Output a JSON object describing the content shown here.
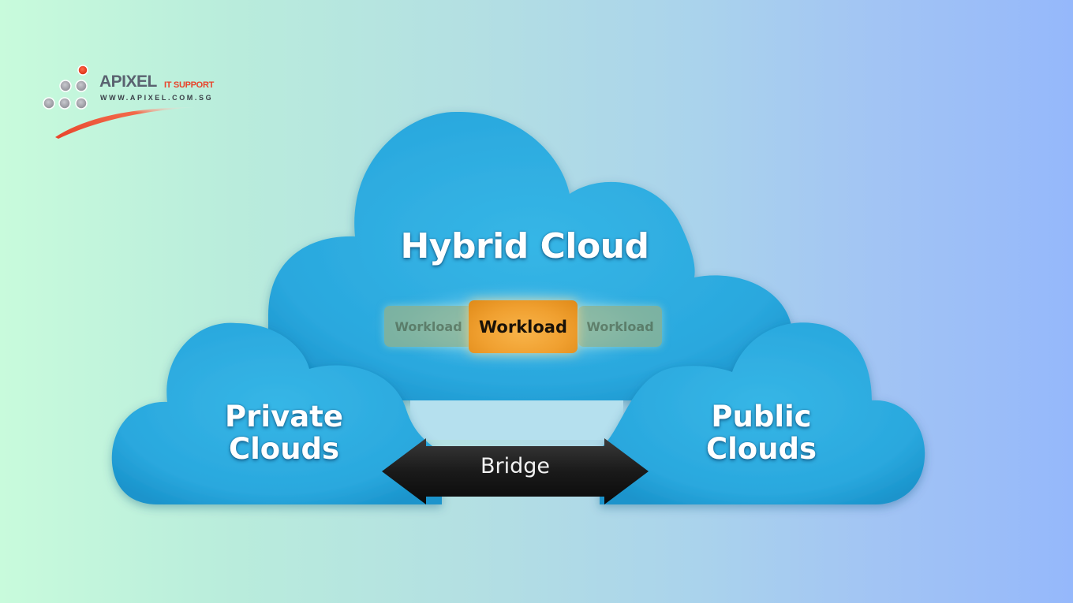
{
  "logo": {
    "name": "APIXEL",
    "tagline": "IT SUPPORT",
    "url": "WWW.APIXEL.COM.SG",
    "accent_color": "#e8432a",
    "dot_color": "#a8a8ae"
  },
  "diagram": {
    "hybrid_cloud": {
      "title": "Hybrid Cloud",
      "workloads": [
        {
          "label": "Workload",
          "state": "faded"
        },
        {
          "label": "Workload",
          "state": "active"
        },
        {
          "label": "Workload",
          "state": "faded"
        }
      ]
    },
    "private_cloud": {
      "line1": "Private",
      "line2": "Clouds"
    },
    "public_cloud": {
      "line1": "Public",
      "line2": "Clouds"
    },
    "bridge": {
      "label": "Bridge"
    },
    "colors": {
      "cloud": "#2eaee2",
      "cloud_shadow": "#1b8fc4",
      "workload_active": "#f0a030",
      "workload_faded": "#96b48c",
      "bridge": "#1c1c1c",
      "background_left": "#c8fbdc",
      "background_right": "#95b8fb"
    }
  }
}
